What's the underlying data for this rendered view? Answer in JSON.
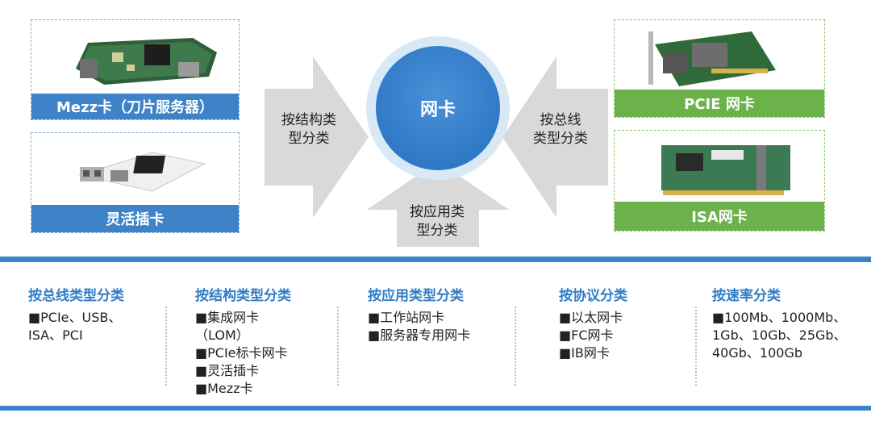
{
  "center": {
    "label": "网卡"
  },
  "arrows": {
    "left": [
      "按结构类",
      "型分类"
    ],
    "right": [
      "按总线",
      "类型分类"
    ],
    "bottom": [
      "按应用类",
      "型分类"
    ]
  },
  "cards": {
    "mezz": "Mezz卡（刀片服务器）",
    "flex": "灵活插卡",
    "pcie": "PCIE 网卡",
    "isa": "ISA网卡"
  },
  "categories": [
    {
      "title": "按总线类型分类",
      "items": [
        "■PCIe、USB、",
        "ISA、PCI"
      ]
    },
    {
      "title": "按结构类型分类",
      "items": [
        "■集成网卡",
        "（LOM）",
        "■PCIe标卡网卡",
        "■灵活插卡",
        "■Mezz卡"
      ]
    },
    {
      "title": "按应用类型分类",
      "items": [
        "■工作站网卡",
        "■服务器专用网卡"
      ]
    },
    {
      "title": "按协议分类",
      "items": [
        "■以太网卡",
        "■FC网卡",
        "■IB网卡"
      ]
    },
    {
      "title": "按速率分类",
      "items": [
        "■100Mb、1000Mb、",
        "1Gb、10Gb、25Gb、",
        "40Gb、100Gb"
      ]
    }
  ],
  "colors": {
    "accent_blue": "#3e82c8",
    "accent_green": "#6bb24a",
    "arrow_gray": "#d9d9d9",
    "title_blue": "#2f7cc6"
  }
}
